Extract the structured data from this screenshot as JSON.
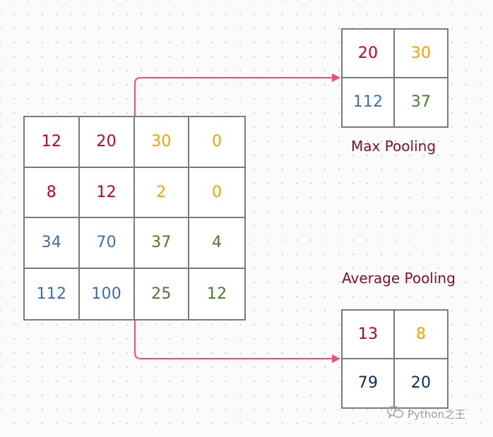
{
  "input_matrix": [
    [
      {
        "v": "12",
        "c": "red"
      },
      {
        "v": "20",
        "c": "red"
      },
      {
        "v": "30",
        "c": "orange"
      },
      {
        "v": "0",
        "c": "orange"
      }
    ],
    [
      {
        "v": "8",
        "c": "red"
      },
      {
        "v": "12",
        "c": "red"
      },
      {
        "v": "2",
        "c": "orange"
      },
      {
        "v": "0",
        "c": "orange"
      }
    ],
    [
      {
        "v": "34",
        "c": "blue"
      },
      {
        "v": "70",
        "c": "blue"
      },
      {
        "v": "37",
        "c": "green"
      },
      {
        "v": "4",
        "c": "green"
      }
    ],
    [
      {
        "v": "112",
        "c": "blue"
      },
      {
        "v": "100",
        "c": "blue"
      },
      {
        "v": "25",
        "c": "green"
      },
      {
        "v": "12",
        "c": "green"
      }
    ]
  ],
  "max_pooling": {
    "label": "Max Pooling",
    "matrix": [
      [
        {
          "v": "20",
          "c": "red"
        },
        {
          "v": "30",
          "c": "orange"
        }
      ],
      [
        {
          "v": "112",
          "c": "blue"
        },
        {
          "v": "37",
          "c": "green"
        }
      ]
    ]
  },
  "average_pooling": {
    "label": "Average Pooling",
    "matrix": [
      [
        {
          "v": "13",
          "c": "red"
        },
        {
          "v": "8",
          "c": "orange"
        }
      ],
      [
        {
          "v": "79",
          "c": "navy"
        },
        {
          "v": "20",
          "c": "navy"
        }
      ]
    ]
  },
  "colors": {
    "red": "#c8001e",
    "orange": "#f7a000",
    "blue": "#3a6fb5",
    "green": "#4c7a2a",
    "navy": "#0f2a5c",
    "arrow": "#f0506e",
    "label": "#8b1020",
    "grid_border": "#7a7a7a"
  },
  "watermark": {
    "icon": "wechat-icon",
    "text": "Python之王"
  }
}
